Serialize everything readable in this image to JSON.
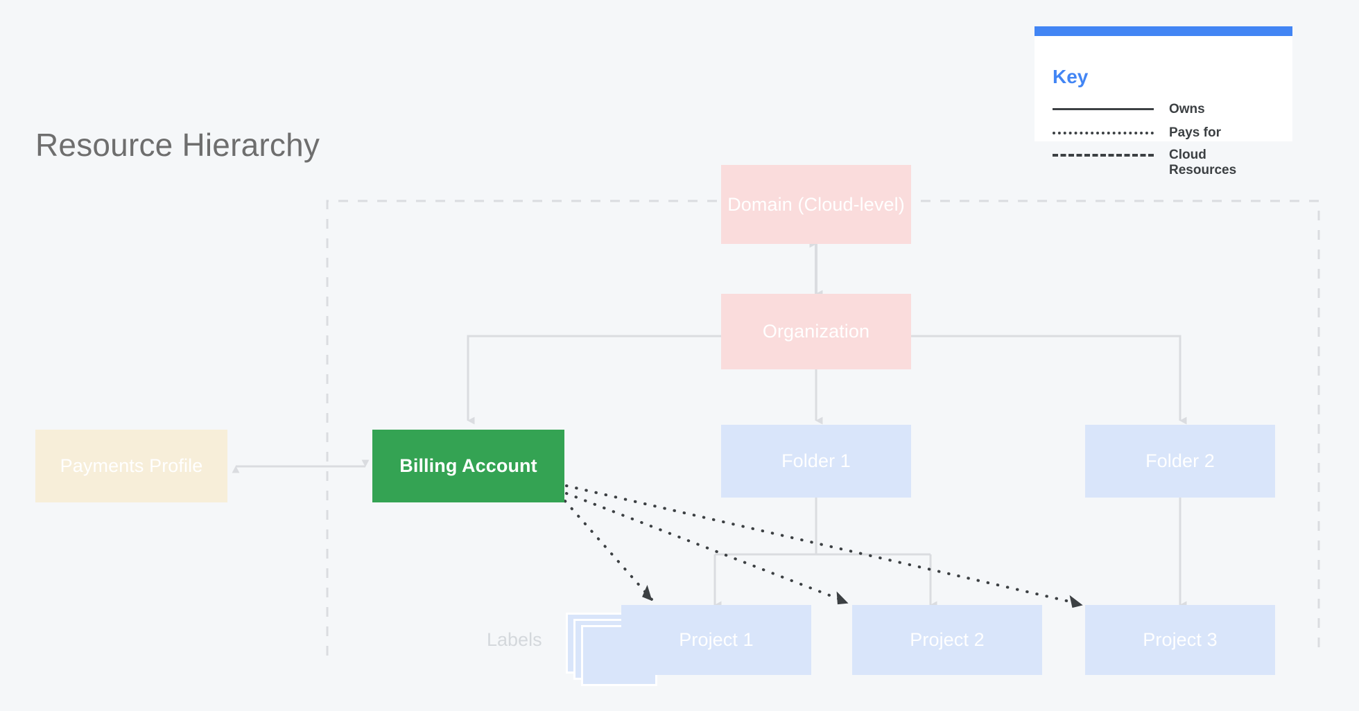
{
  "page": {
    "title": "Resource Hierarchy",
    "background_color": "#f5f7f9"
  },
  "key": {
    "accent_color": "#4285f4",
    "title": "Key",
    "rows": [
      {
        "style": "solid",
        "label": "Owns"
      },
      {
        "style": "dotted",
        "label": "Pays for"
      },
      {
        "style": "dashed",
        "label": "Cloud Resources"
      }
    ]
  },
  "diagram": {
    "labels_caption": "Labels",
    "boundary": {
      "name": "cloud-resources-boundary",
      "style": "dashed",
      "color": "#dadce0"
    },
    "nodes": [
      {
        "id": "domain",
        "label": "Domain (Cloud-level)",
        "color": "#fadcdc",
        "text_color": "#ffffff"
      },
      {
        "id": "organization",
        "label": "Organization",
        "color": "#fadcdc",
        "text_color": "#ffffff"
      },
      {
        "id": "payments-profile",
        "label": "Payments Profile",
        "color": "#f7eed9",
        "text_color": "#ffffff"
      },
      {
        "id": "billing-account",
        "label": "Billing Account",
        "color": "#34a353",
        "text_color": "#ffffff"
      },
      {
        "id": "folder-1",
        "label": "Folder 1",
        "color": "#d9e5fa",
        "text_color": "#ffffff"
      },
      {
        "id": "folder-2",
        "label": "Folder 2",
        "color": "#d9e5fa",
        "text_color": "#ffffff"
      },
      {
        "id": "project-1",
        "label": "Project 1",
        "color": "#d9e5fa",
        "text_color": "#ffffff"
      },
      {
        "id": "project-2",
        "label": "Project 2",
        "color": "#d9e5fa",
        "text_color": "#ffffff"
      },
      {
        "id": "project-3",
        "label": "Project 3",
        "color": "#d9e5fa",
        "text_color": "#ffffff"
      }
    ],
    "edges": [
      {
        "from": "domain",
        "to": "organization",
        "style": "solid",
        "direction": "both"
      },
      {
        "from": "payments-profile",
        "to": "billing-account",
        "style": "solid",
        "direction": "both"
      },
      {
        "from": "organization",
        "to": "billing-account",
        "style": "solid",
        "direction": "to"
      },
      {
        "from": "organization",
        "to": "folder-1",
        "style": "solid",
        "direction": "to"
      },
      {
        "from": "organization",
        "to": "folder-2",
        "style": "solid",
        "direction": "to"
      },
      {
        "from": "folder-1",
        "to": "project-1",
        "style": "solid",
        "direction": "to"
      },
      {
        "from": "folder-1",
        "to": "project-2",
        "style": "solid",
        "direction": "to"
      },
      {
        "from": "folder-2",
        "to": "project-3",
        "style": "solid",
        "direction": "to"
      },
      {
        "from": "billing-account",
        "to": "project-1",
        "style": "dotted",
        "direction": "to"
      },
      {
        "from": "billing-account",
        "to": "project-2",
        "style": "dotted",
        "direction": "to"
      },
      {
        "from": "billing-account",
        "to": "project-3",
        "style": "dotted",
        "direction": "to"
      }
    ]
  }
}
